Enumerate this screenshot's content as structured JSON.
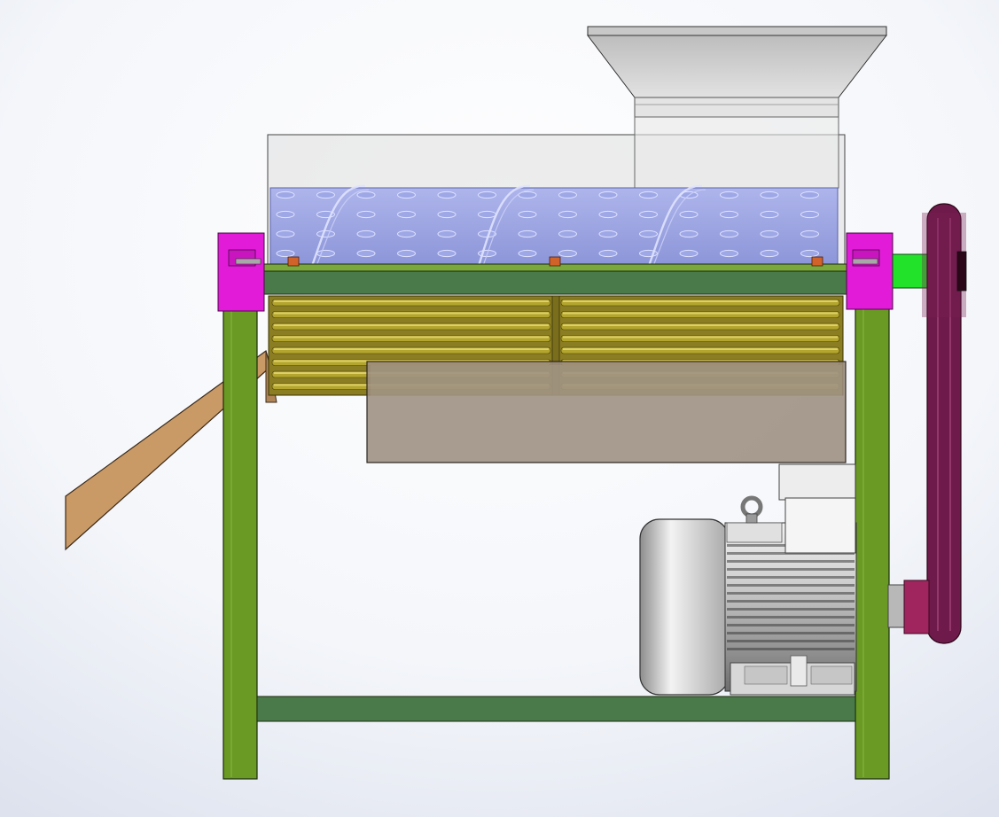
{
  "view": {
    "background_center": "#ffffff",
    "background_edge": "#dde2ee"
  },
  "colors": {
    "frame_leg": "#6a9a23",
    "frame_beam": "#4a7a4a",
    "frame_outline": "#1c2a10",
    "bearing": "#e21bd8",
    "drum": "#9fa8e6",
    "drum_hole": "#7e89cf",
    "screen_bar": "#b3a52e",
    "screen_bar_light": "#ddd06a",
    "tray": "#9c8d7f",
    "chute": "#c99a66",
    "hopper": "#d3d3d3",
    "belt": "#7a1f52",
    "shaft": "#22e22a",
    "motor_body": "#b8b8b8",
    "bolt": "#d0622a"
  },
  "components": [
    {
      "id": "hopper",
      "icon": "hopper-icon"
    },
    {
      "id": "drum-cover",
      "icon": "cover-icon"
    },
    {
      "id": "perforated-drum",
      "icon": "drum-icon"
    },
    {
      "id": "spiral-flight",
      "icon": "spiral-icon"
    },
    {
      "id": "bearing-block-left",
      "icon": "bearing-icon"
    },
    {
      "id": "bearing-block-right",
      "icon": "bearing-icon"
    },
    {
      "id": "drive-shaft",
      "icon": "shaft-icon"
    },
    {
      "id": "large-pulley",
      "icon": "pulley-icon"
    },
    {
      "id": "v-belt",
      "icon": "belt-icon"
    },
    {
      "id": "screen-grid",
      "icon": "grate-icon"
    },
    {
      "id": "collection-tray",
      "icon": "tray-icon"
    },
    {
      "id": "discharge-chute",
      "icon": "chute-icon"
    },
    {
      "id": "electric-motor",
      "icon": "motor-icon"
    },
    {
      "id": "motor-pulley",
      "icon": "pulley-icon"
    },
    {
      "id": "frame",
      "icon": "frame-icon"
    }
  ]
}
